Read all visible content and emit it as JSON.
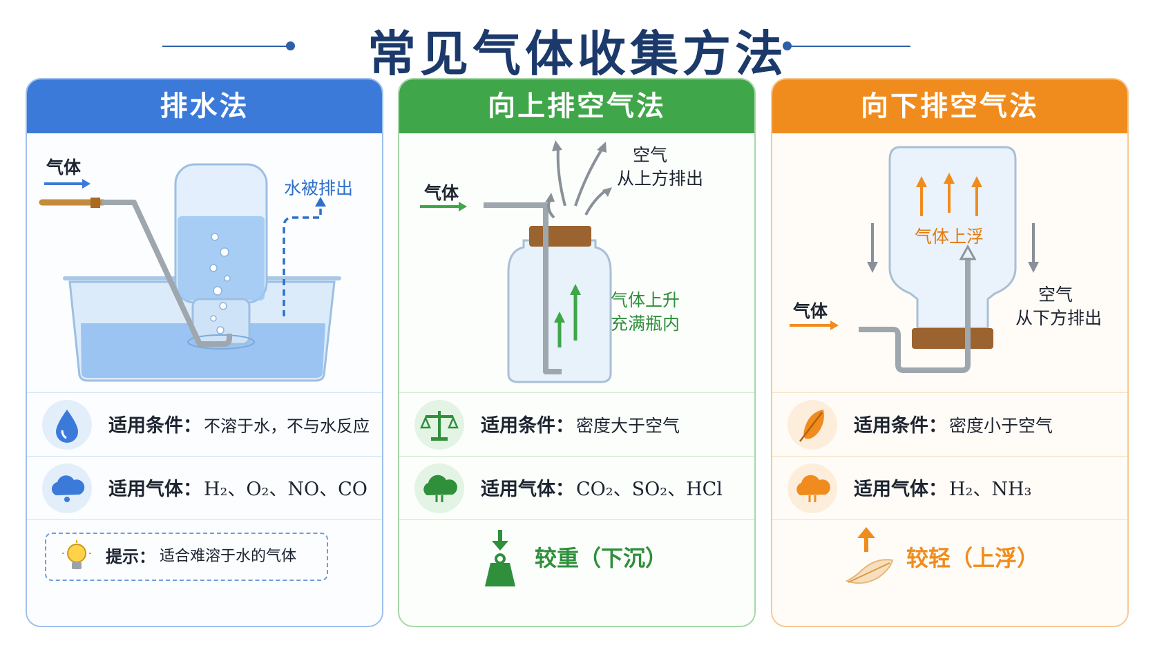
{
  "title": "常见气体收集方法",
  "colors": {
    "blue": "#3b7ad9",
    "green": "#3fa64a",
    "orange": "#f08c1e",
    "title": "#1b3a6b"
  },
  "panels": [
    {
      "header": "排水法",
      "labels": {
        "gas_in": "气体",
        "water_out": "水被排出"
      },
      "condition_label": "适用条件：",
      "condition_value": "不溶于水，不与水反应",
      "gases_label": "适用气体：",
      "gases_value": "H₂、O₂、NO、CO",
      "tip_label": "提示：",
      "tip_value": "适合难溶于水的气体",
      "icons": {
        "condition": "water-drop-icon",
        "gases": "cloud-icon",
        "tip": "lightbulb-icon"
      }
    },
    {
      "header": "向上排空气法",
      "labels": {
        "gas_in": "气体",
        "air_out_1": "空气",
        "air_out_2": "从上方排出",
        "gas_rise_1": "气体上升",
        "gas_rise_2": "充满瓶内"
      },
      "condition_label": "适用条件：",
      "condition_value": "密度大于空气",
      "gases_label": "适用气体：",
      "gases_value": "CO₂、SO₂、HCl",
      "footer_text": "较重（下沉）",
      "icons": {
        "condition": "balance-scale-icon",
        "gases": "cloud-icon",
        "footer": "weight-down-icon"
      }
    },
    {
      "header": "向下排空气法",
      "labels": {
        "gas_in": "气体",
        "air_out_1": "空气",
        "air_out_2": "从下方排出",
        "gas_float": "气体上浮"
      },
      "condition_label": "适用条件：",
      "condition_value": "密度小于空气",
      "gases_label": "适用气体：",
      "gases_value": "H₂、NH₃",
      "footer_text": "较轻（上浮）",
      "icons": {
        "condition": "feather-icon",
        "gases": "cloud-icon",
        "footer": "feather-up-icon"
      }
    }
  ]
}
